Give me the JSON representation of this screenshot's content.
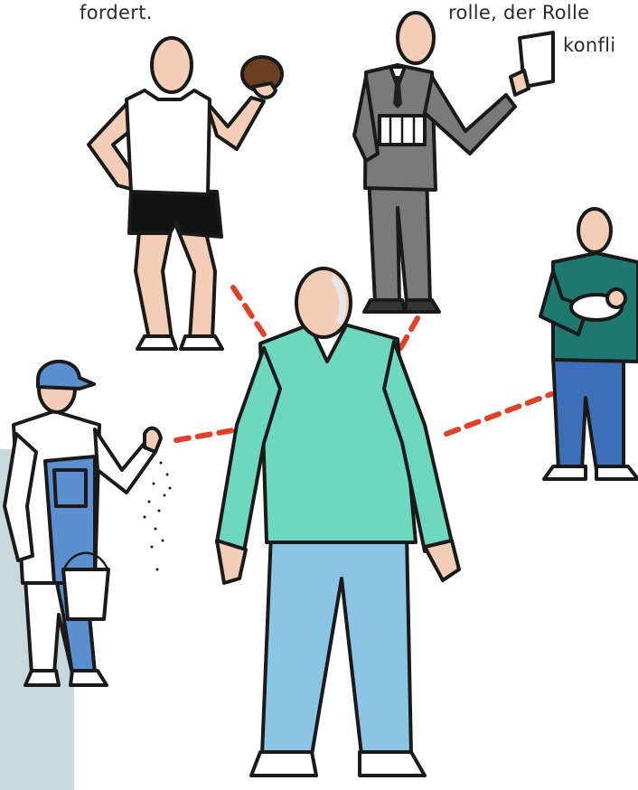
{
  "captions": {
    "left": "fordert.",
    "right_line1": "rolle, der Rolle",
    "right_line2": "konfli"
  },
  "colors": {
    "panel": "#c9d8dd",
    "link": "#e0412b",
    "center_shirt": "#6ed7bf",
    "center_pants": "#8cc4e3",
    "suit": "#7a7a7a",
    "teal_sweater": "#1f7870",
    "jeans": "#3d6fb8",
    "overalls": "#5b8fd0",
    "skin": "#f3cdb6",
    "ball": "#6b3f22"
  },
  "figures": [
    {
      "id": "sportsman",
      "description_icon": "athlete-figure-icon"
    },
    {
      "id": "businessman",
      "description_icon": "businessman-figure-icon"
    },
    {
      "id": "parent",
      "description_icon": "person-holding-baby-icon"
    },
    {
      "id": "worker",
      "description_icon": "painter-figure-icon"
    },
    {
      "id": "center",
      "description_icon": "central-person-icon"
    }
  ]
}
